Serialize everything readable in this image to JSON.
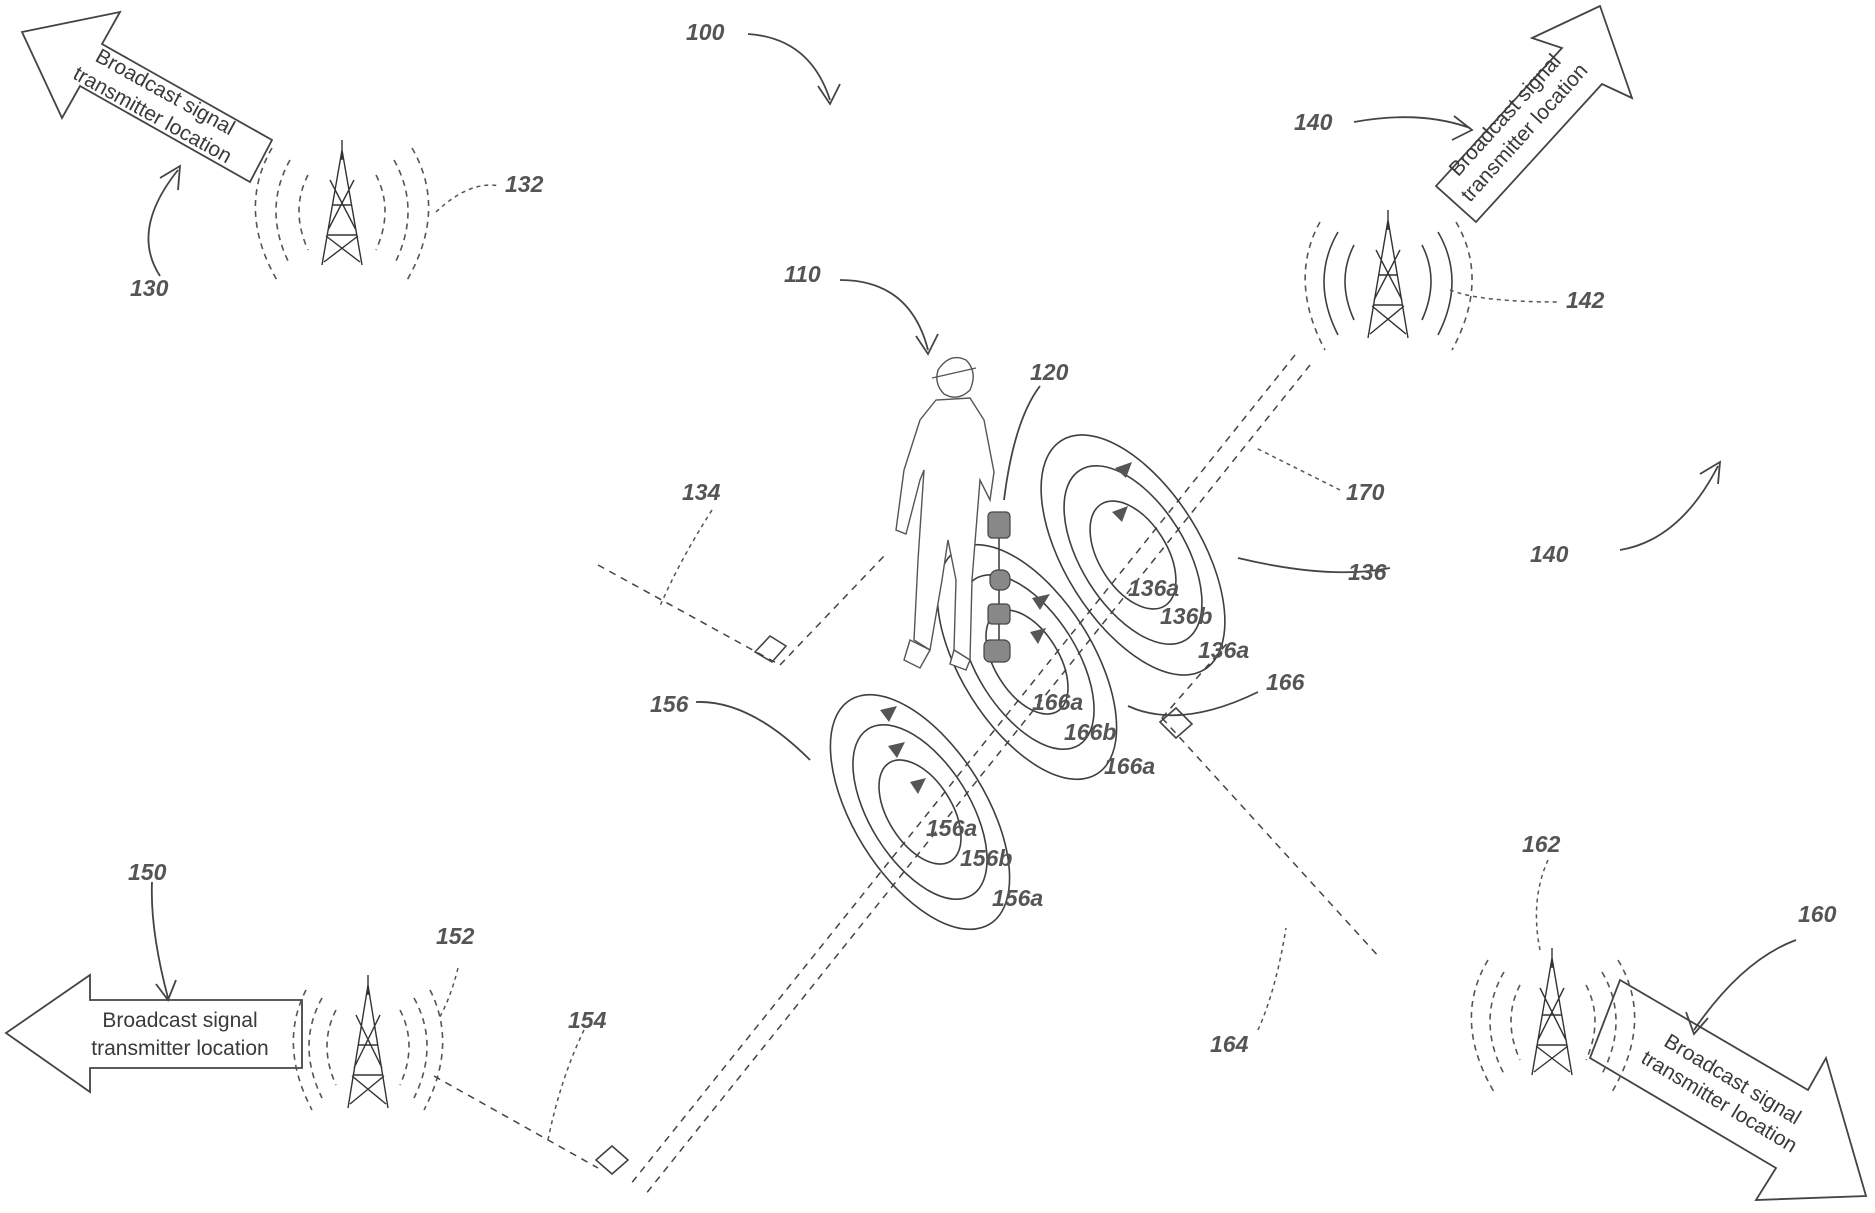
{
  "figure": {
    "big_arrows": [
      {
        "id": "top-left",
        "lines": [
          "Broadcast signal",
          "transmitter location"
        ]
      },
      {
        "id": "top-right",
        "lines": [
          "Broadcast signal",
          "transmitter location"
        ]
      },
      {
        "id": "bottom-left",
        "lines": [
          "Broadcast signal",
          "transmitter location"
        ]
      },
      {
        "id": "bottom-right",
        "lines": [
          "Broadcast signal",
          "transmitter location"
        ]
      }
    ],
    "refs": {
      "r100": "100",
      "r110": "110",
      "r120": "120",
      "r130": "130",
      "r132": "132",
      "r134": "134",
      "r136": "136",
      "r136a_1": "136a",
      "r136b": "136b",
      "r136a_2": "136a",
      "r140_top": "140",
      "r140_right": "140",
      "r142": "142",
      "r150": "150",
      "r152": "152",
      "r154": "154",
      "r156": "156",
      "r156a_1": "156a",
      "r156b": "156b",
      "r156a_2": "156a",
      "r160": "160",
      "r162": "162",
      "r164": "164",
      "r166": "166",
      "r166a_1": "166a",
      "r166b": "166b",
      "r166a_2": "166a",
      "r170": "170"
    }
  }
}
